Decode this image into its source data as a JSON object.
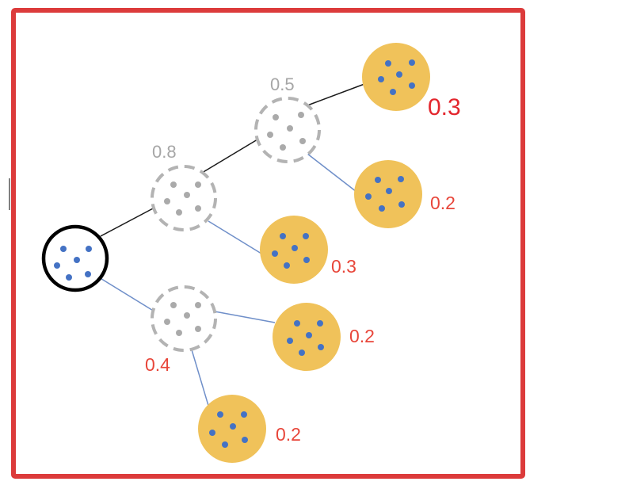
{
  "colors": {
    "frame": "#dc3b3b",
    "edge_black": "#1a1a1a",
    "edge_blue": "#6f8fc9",
    "root_outline": "#000000",
    "dot_blue": "#4472c4",
    "dot_gray": "#aaaaaa",
    "node_dashed": "#b3b3b3",
    "leaf_fill": "#f0c25a",
    "label_gray": "#a6a6a6",
    "label_red": "#e8463a"
  },
  "root": {
    "name": "root-node",
    "icon": "root-circle-icon"
  },
  "intermediate_nodes": [
    {
      "name": "intermediate-node-top",
      "icon": "dashed-circle-icon",
      "label": "0.8"
    },
    {
      "name": "intermediate-node-upper",
      "icon": "dashed-circle-icon",
      "label": "0.5"
    },
    {
      "name": "intermediate-node-bottom",
      "icon": "dashed-circle-icon",
      "label": "0.4"
    }
  ],
  "leaves": [
    {
      "name": "leaf-node-1",
      "icon": "filled-circle-icon",
      "label": "0.3",
      "emphasis": true
    },
    {
      "name": "leaf-node-2",
      "icon": "filled-circle-icon",
      "label": "0.2"
    },
    {
      "name": "leaf-node-3",
      "icon": "filled-circle-icon",
      "label": "0.3"
    },
    {
      "name": "leaf-node-4",
      "icon": "filled-circle-icon",
      "label": "0.2"
    },
    {
      "name": "leaf-node-5",
      "icon": "filled-circle-icon",
      "label": "0.2"
    }
  ]
}
